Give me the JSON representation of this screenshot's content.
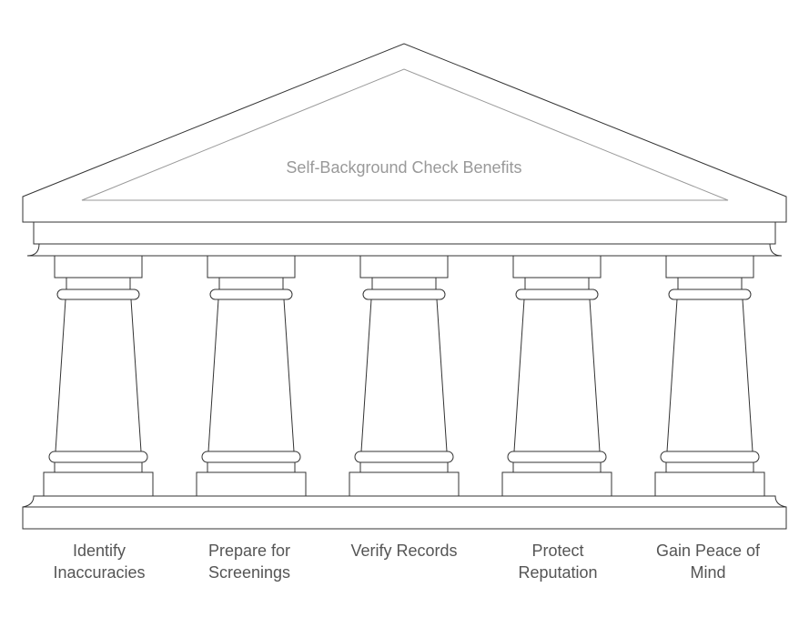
{
  "title": "Self-Background Check Benefits",
  "pillars": [
    {
      "lines": [
        "Identify",
        "Inaccuracies"
      ]
    },
    {
      "lines": [
        "Prepare for",
        "Screenings"
      ]
    },
    {
      "lines": [
        "Verify Records"
      ]
    },
    {
      "lines": [
        "Protect",
        "Reputation"
      ]
    },
    {
      "lines": [
        "Gain Peace of",
        "Mind"
      ]
    }
  ],
  "colors": {
    "stroke": "#333333",
    "title_stroke": "#999999",
    "title_text": "#999999",
    "label_text": "#555555"
  }
}
